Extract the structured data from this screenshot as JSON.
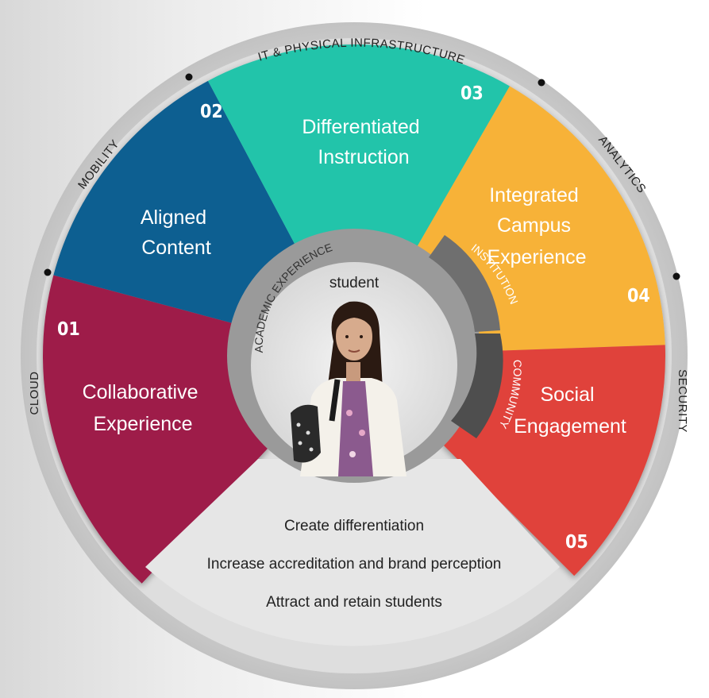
{
  "title": "",
  "outer_ring": {
    "top": "IT & PHYSICAL INFRASTRUCTURE",
    "upper_left": "MOBILITY",
    "left": "CLOUD",
    "upper_right": "ANALYTICS",
    "right": "SECURITY"
  },
  "segments": [
    {
      "number": "01",
      "line1": "Collaborative",
      "line2": "Experience",
      "line3": "",
      "color": "#9e1f4a"
    },
    {
      "number": "02",
      "line1": "Aligned",
      "line2": "Content",
      "line3": "",
      "color": "#0e5e91"
    },
    {
      "number": "03",
      "line1": "Differentiated",
      "line2": "Instruction",
      "line3": "",
      "color": "#22c4aa"
    },
    {
      "number": "04",
      "line1": "Integrated",
      "line2": "Campus",
      "line3": "Experience",
      "color": "#f7b239"
    },
    {
      "number": "05",
      "line1": "Social",
      "line2": "Engagement",
      "line3": "",
      "color": "#e0423a"
    }
  ],
  "inner_ring": {
    "academic": "ACADEMIC EXPERIENCE",
    "institution": "INSTITUTION",
    "community": "COMMUNITY"
  },
  "center": {
    "label": "student",
    "image_icon": "student-photo"
  },
  "outcomes": [
    "Create differentiation",
    "Increase accreditation and brand perception",
    "Attract and retain students"
  ]
}
